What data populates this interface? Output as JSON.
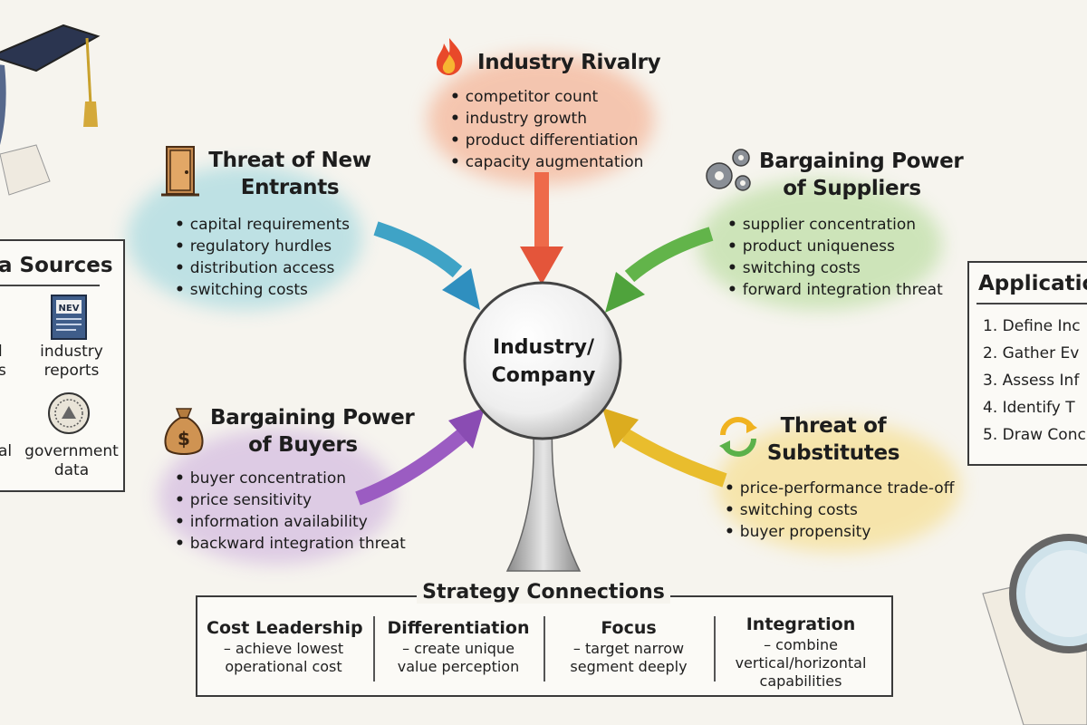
{
  "center": {
    "line1": "Industry/",
    "line2": "Company"
  },
  "forces": {
    "rivalry": {
      "title": "Industry Rivalry",
      "color": "#f08a64",
      "items": [
        "competitor count",
        "industry growth",
        "product differentiation",
        "capacity augmentation"
      ]
    },
    "new_entrants": {
      "title_line1": "Threat of New",
      "title_line2": "Entrants",
      "color": "#4fb3c8",
      "items": [
        "capital requirements",
        "regulatory hurdles",
        "distribution access",
        "switching costs"
      ]
    },
    "suppliers": {
      "title_line1": "Bargaining Power",
      "title_line2": "of Suppliers",
      "color": "#79c25a",
      "items": [
        "supplier concentration",
        "product uniqueness",
        "switching costs",
        "forward integration threat"
      ]
    },
    "buyers": {
      "title_line1": "Bargaining Power",
      "title_line2": "of Buyers",
      "color": "#a56fc6",
      "items": [
        "buyer concentration",
        "price sensitivity",
        "information availability",
        "backward integration threat"
      ]
    },
    "substitutes": {
      "title_line1": "Threat of",
      "title_line2": "Substitutes",
      "color": "#f2c63a",
      "items": [
        "price-performance trade-off",
        "switching costs",
        "buyer propensity"
      ]
    }
  },
  "data_sources": {
    "title": "a Sources",
    "items": [
      {
        "label_line1": "industry",
        "label_line2": "reports",
        "icon": "report-icon",
        "icon_text": "NEV"
      },
      {
        "label_line1": "government",
        "label_line2": "data",
        "icon": "seal-icon"
      }
    ],
    "left_fragments": [
      "l",
      "s",
      "al"
    ]
  },
  "application": {
    "title": "Application",
    "steps": [
      "1. Define Inc",
      "2. Gather Ev",
      "3. Assess Inf",
      "4. Identify T",
      "5. Draw Conc"
    ]
  },
  "strategy": {
    "title": "Strategy Connections",
    "columns": [
      {
        "heading": "Cost Leadership",
        "line1": "– achieve lowest",
        "line2": "operational cost"
      },
      {
        "heading": "Differentiation",
        "line1": "– create unique",
        "line2": "value perception"
      },
      {
        "heading": "Focus",
        "line1": "– target narrow",
        "line2": "segment deeply"
      },
      {
        "heading": "Integration",
        "line1": "– combine",
        "line2": "vertical/horizontal",
        "line3": "capabilities"
      }
    ]
  }
}
